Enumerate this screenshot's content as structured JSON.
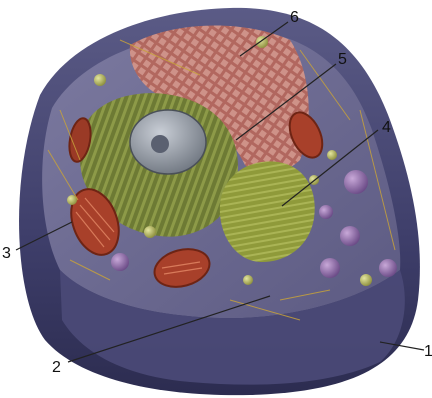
{
  "figure": {
    "labels": [
      {
        "id": "label-1",
        "text": "1"
      },
      {
        "id": "label-2",
        "text": "2"
      },
      {
        "id": "label-3",
        "text": "3"
      },
      {
        "id": "label-4",
        "text": "4"
      },
      {
        "id": "label-5",
        "text": "5"
      },
      {
        "id": "label-6",
        "text": "6"
      }
    ]
  },
  "colors": {
    "membrane": "#4a4a7a",
    "cytoplasm": "#6a6a92",
    "reticulum": "#b86a5e",
    "mitochondria": "#a8402a",
    "golgi": "#8f9a3a",
    "nucleus": "#9aa0a8",
    "vacuole": "#8a6aa0",
    "filaments": "#c7a23a"
  }
}
